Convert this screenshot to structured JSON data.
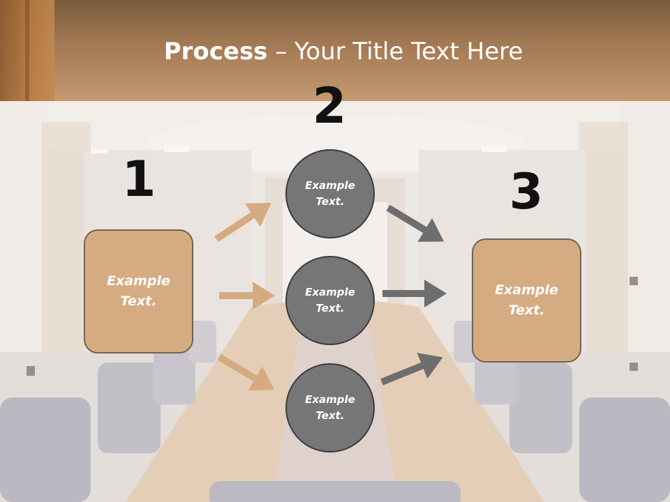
{
  "slide": {
    "title_bold": "Process",
    "title_rest": " – Your Title Text Here"
  },
  "steps": {
    "step1_number": "1",
    "step2_number": "2",
    "step3_number": "3"
  },
  "nodes": {
    "left_box": "Example\nText.",
    "circle_top": "Example\nText.",
    "circle_middle": "Example\nText.",
    "circle_bottom": "Example\nText.",
    "right_box": "Example\nText."
  },
  "colors": {
    "header": "#b48a62",
    "box_fill": "#d5ac82",
    "circle_fill": "#767676",
    "arrow_tan": "#d4ab80",
    "arrow_gray": "#6e6e6e"
  }
}
